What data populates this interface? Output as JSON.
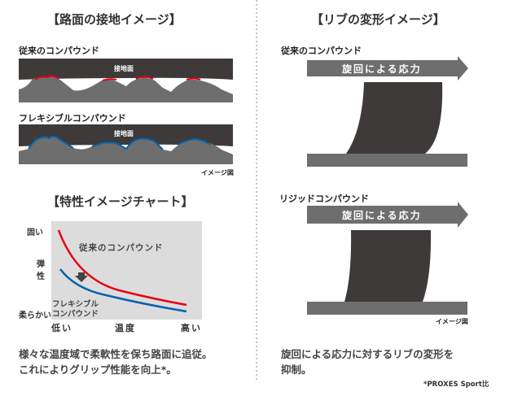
{
  "left": {
    "title": "【路面の接地イメージ】",
    "conventional_label": "従来のコンパウンド",
    "flexible_label": "フレキシブルコンパウンド",
    "contact_label": "接地面",
    "image_note": "イメージ図",
    "chart_title": "【特性イメージチャート】",
    "chart": {
      "y_top": "固い",
      "y_axis": "弾性",
      "y_bottom": "柔らかい",
      "x_low": "低い",
      "x_axis": "温度",
      "x_high": "高い",
      "conventional": "従来のコンパウンド",
      "flexible_line1": "フレキシブル",
      "flexible_line2": "コンパウンド",
      "colors": {
        "conventional": "#e60012",
        "flexible": "#0062b0"
      }
    },
    "desc_line1": "様々な温度域で柔軟性を保ち路面に追従。",
    "desc_line2": "これによりグリップ性能を向上*。"
  },
  "right": {
    "title": "【リブの変形イメージ】",
    "conventional_label": "従来のコンパウンド",
    "rigid_label": "リジッドコンパウンド",
    "force_label": "旋回による応力",
    "image_note": "イメージ図",
    "desc_line1": "旋回による応力に対するリブの変形を",
    "desc_line2": "抑制。",
    "footnote": "*PROXES Sport比"
  }
}
